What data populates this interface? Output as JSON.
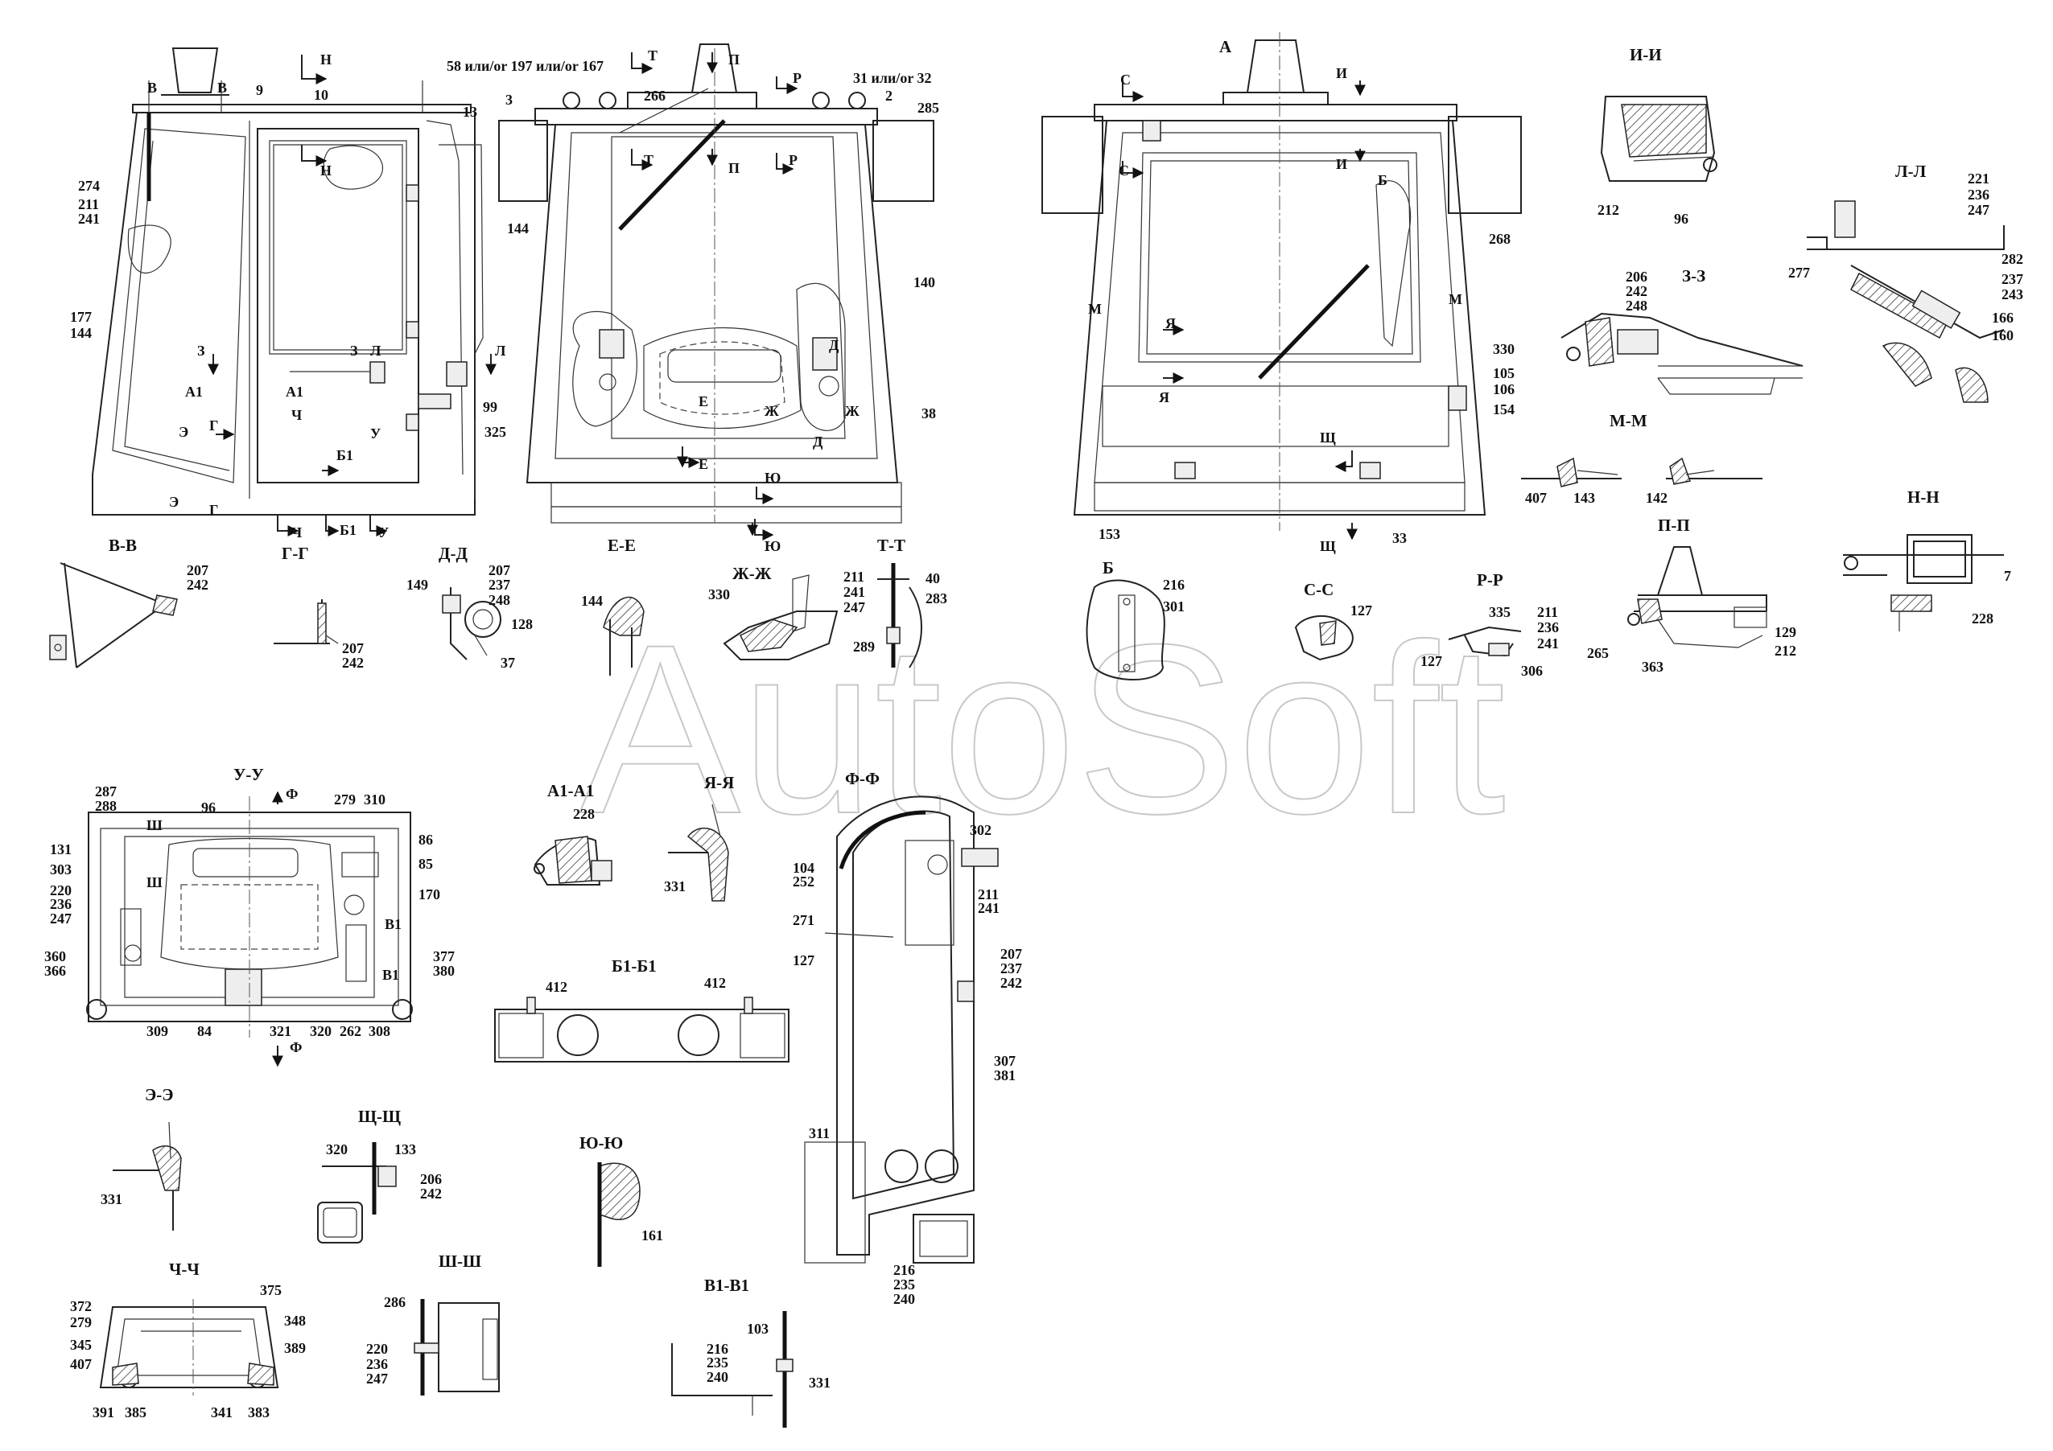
{
  "watermark": "AutoSoft",
  "view_titles": [
    "А",
    "И-И",
    "Л-Л",
    "З-З",
    "М-М",
    "Н-Н",
    "П-П",
    "В-В",
    "Г-Г",
    "Д-Д",
    "Е-Е",
    "Ж-Ж",
    "Т-Т",
    "Б",
    "С-С",
    "Р-Р",
    "У-У",
    "А1-А1",
    "Я-Я",
    "Ф-Ф",
    "Б1-Б1",
    "Э-Э",
    "Щ-Щ",
    "Ю-Ю",
    "Ч-Ч",
    "Ш-Ш",
    "В1-В1"
  ],
  "callouts": [
    {
      "id": "c1",
      "text": "58 или/or 197 или/or 167"
    },
    {
      "id": "c2",
      "text": "31 или/or 32"
    },
    {
      "id": "c3",
      "text": "9"
    },
    {
      "id": "c4",
      "text": "10"
    },
    {
      "id": "c5",
      "text": "13"
    },
    {
      "id": "c6",
      "text": "274"
    },
    {
      "id": "c7",
      "text": "211"
    },
    {
      "id": "c8",
      "text": "241"
    },
    {
      "id": "c9",
      "text": "177"
    },
    {
      "id": "c10",
      "text": "144"
    },
    {
      "id": "c11",
      "text": "99"
    },
    {
      "id": "c12",
      "text": "325"
    },
    {
      "id": "c13",
      "text": "3"
    },
    {
      "id": "c14",
      "text": "266"
    },
    {
      "id": "c15",
      "text": "2"
    },
    {
      "id": "c16",
      "text": "285"
    },
    {
      "id": "c17",
      "text": "144"
    },
    {
      "id": "c18",
      "text": "140"
    },
    {
      "id": "c19",
      "text": "38"
    },
    {
      "id": "c20",
      "text": "268"
    },
    {
      "id": "c21",
      "text": "330"
    },
    {
      "id": "c22",
      "text": "105"
    },
    {
      "id": "c23",
      "text": "106"
    },
    {
      "id": "c24",
      "text": "154"
    },
    {
      "id": "c25",
      "text": "153"
    },
    {
      "id": "c26",
      "text": "33"
    },
    {
      "id": "c27",
      "text": "212"
    },
    {
      "id": "c28",
      "text": "96"
    },
    {
      "id": "c29",
      "text": "206"
    },
    {
      "id": "c30",
      "text": "242"
    },
    {
      "id": "c31",
      "text": "248"
    },
    {
      "id": "c32",
      "text": "221"
    },
    {
      "id": "c33",
      "text": "236"
    },
    {
      "id": "c34",
      "text": "247"
    },
    {
      "id": "c35",
      "text": "277"
    },
    {
      "id": "c36",
      "text": "282"
    },
    {
      "id": "c37",
      "text": "237"
    },
    {
      "id": "c38",
      "text": "243"
    },
    {
      "id": "c39",
      "text": "166"
    },
    {
      "id": "c40",
      "text": "160"
    },
    {
      "id": "c41",
      "text": "407"
    },
    {
      "id": "c42",
      "text": "143"
    },
    {
      "id": "c43",
      "text": "142"
    },
    {
      "id": "c44",
      "text": "7"
    },
    {
      "id": "c45",
      "text": "228"
    },
    {
      "id": "c46",
      "text": "265"
    },
    {
      "id": "c47",
      "text": "363"
    },
    {
      "id": "c48",
      "text": "129"
    },
    {
      "id": "c49",
      "text": "212"
    },
    {
      "id": "c50",
      "text": "207"
    },
    {
      "id": "c51",
      "text": "242"
    },
    {
      "id": "c52",
      "text": "207"
    },
    {
      "id": "c53",
      "text": "242"
    },
    {
      "id": "c54",
      "text": "149"
    },
    {
      "id": "c55",
      "text": "207"
    },
    {
      "id": "c56",
      "text": "237"
    },
    {
      "id": "c57",
      "text": "248"
    },
    {
      "id": "c58",
      "text": "128"
    },
    {
      "id": "c59",
      "text": "37"
    },
    {
      "id": "c60",
      "text": "144"
    },
    {
      "id": "c61",
      "text": "330"
    },
    {
      "id": "c62",
      "text": "211"
    },
    {
      "id": "c63",
      "text": "241"
    },
    {
      "id": "c64",
      "text": "247"
    },
    {
      "id": "c65",
      "text": "40"
    },
    {
      "id": "c66",
      "text": "283"
    },
    {
      "id": "c67",
      "text": "289"
    },
    {
      "id": "c68",
      "text": "216"
    },
    {
      "id": "c69",
      "text": "301"
    },
    {
      "id": "c70",
      "text": "127"
    },
    {
      "id": "c71",
      "text": "335"
    },
    {
      "id": "c72",
      "text": "211"
    },
    {
      "id": "c73",
      "text": "236"
    },
    {
      "id": "c74",
      "text": "241"
    },
    {
      "id": "c75",
      "text": "127"
    },
    {
      "id": "c76",
      "text": "306"
    },
    {
      "id": "c77",
      "text": "287"
    },
    {
      "id": "c78",
      "text": "288"
    },
    {
      "id": "c79",
      "text": "96"
    },
    {
      "id": "c80",
      "text": "279"
    },
    {
      "id": "c81",
      "text": "310"
    },
    {
      "id": "c82",
      "text": "86"
    },
    {
      "id": "c83",
      "text": "85"
    },
    {
      "id": "c84",
      "text": "131"
    },
    {
      "id": "c85",
      "text": "303"
    },
    {
      "id": "c86",
      "text": "220"
    },
    {
      "id": "c87",
      "text": "236"
    },
    {
      "id": "c88",
      "text": "247"
    },
    {
      "id": "c89",
      "text": "170"
    },
    {
      "id": "c90",
      "text": "360"
    },
    {
      "id": "c91",
      "text": "366"
    },
    {
      "id": "c92",
      "text": "377"
    },
    {
      "id": "c93",
      "text": "380"
    },
    {
      "id": "c94",
      "text": "309"
    },
    {
      "id": "c95",
      "text": "84"
    },
    {
      "id": "c96",
      "text": "321"
    },
    {
      "id": "c97",
      "text": "320"
    },
    {
      "id": "c98",
      "text": "262"
    },
    {
      "id": "c99",
      "text": "308"
    },
    {
      "id": "c100",
      "text": "228"
    },
    {
      "id": "c101",
      "text": "331"
    },
    {
      "id": "c102",
      "text": "412"
    },
    {
      "id": "c103",
      "text": "412"
    },
    {
      "id": "c104",
      "text": "302"
    },
    {
      "id": "c105",
      "text": "104"
    },
    {
      "id": "c106",
      "text": "252"
    },
    {
      "id": "c107",
      "text": "211"
    },
    {
      "id": "c108",
      "text": "241"
    },
    {
      "id": "c109",
      "text": "271"
    },
    {
      "id": "c110",
      "text": "127"
    },
    {
      "id": "c111",
      "text": "207"
    },
    {
      "id": "c112",
      "text": "237"
    },
    {
      "id": "c113",
      "text": "242"
    },
    {
      "id": "c114",
      "text": "307"
    },
    {
      "id": "c115",
      "text": "381"
    },
    {
      "id": "c116",
      "text": "311"
    },
    {
      "id": "c117",
      "text": "216"
    },
    {
      "id": "c118",
      "text": "235"
    },
    {
      "id": "c119",
      "text": "240"
    },
    {
      "id": "c120",
      "text": "331"
    },
    {
      "id": "c121",
      "text": "320"
    },
    {
      "id": "c122",
      "text": "133"
    },
    {
      "id": "c123",
      "text": "206"
    },
    {
      "id": "c124",
      "text": "242"
    },
    {
      "id": "c125",
      "text": "161"
    },
    {
      "id": "c126",
      "text": "372"
    },
    {
      "id": "c127",
      "text": "279"
    },
    {
      "id": "c128",
      "text": "345"
    },
    {
      "id": "c129",
      "text": "407"
    },
    {
      "id": "c130",
      "text": "375"
    },
    {
      "id": "c131",
      "text": "348"
    },
    {
      "id": "c132",
      "text": "389"
    },
    {
      "id": "c133",
      "text": "391"
    },
    {
      "id": "c134",
      "text": "385"
    },
    {
      "id": "c135",
      "text": "341"
    },
    {
      "id": "c136",
      "text": "383"
    },
    {
      "id": "c137",
      "text": "286"
    },
    {
      "id": "c138",
      "text": "220"
    },
    {
      "id": "c139",
      "text": "236"
    },
    {
      "id": "c140",
      "text": "247"
    },
    {
      "id": "c141",
      "text": "103"
    },
    {
      "id": "c142",
      "text": "216"
    },
    {
      "id": "c143",
      "text": "235"
    },
    {
      "id": "c144",
      "text": "240"
    },
    {
      "id": "c145",
      "text": "331"
    }
  ],
  "section_marks": [
    {
      "id": "m1",
      "text": "В"
    },
    {
      "id": "m2",
      "text": "В"
    },
    {
      "id": "m3",
      "text": "Н"
    },
    {
      "id": "m4",
      "text": "Н"
    },
    {
      "id": "m5",
      "text": "З"
    },
    {
      "id": "m6",
      "text": "З"
    },
    {
      "id": "m7",
      "text": "Л"
    },
    {
      "id": "m8",
      "text": "Л"
    },
    {
      "id": "m9",
      "text": "А1"
    },
    {
      "id": "m10",
      "text": "А1"
    },
    {
      "id": "m11",
      "text": "Э"
    },
    {
      "id": "m12",
      "text": "Г"
    },
    {
      "id": "m13",
      "text": "Э"
    },
    {
      "id": "m14",
      "text": "Г"
    },
    {
      "id": "m15",
      "text": "Ч"
    },
    {
      "id": "m16",
      "text": "Ч"
    },
    {
      "id": "m17",
      "text": "Б1"
    },
    {
      "id": "m18",
      "text": "Б1"
    },
    {
      "id": "m19",
      "text": "У"
    },
    {
      "id": "m20",
      "text": "У"
    },
    {
      "id": "m21",
      "text": "Т"
    },
    {
      "id": "m22",
      "text": "Т"
    },
    {
      "id": "m23",
      "text": "П"
    },
    {
      "id": "m24",
      "text": "П"
    },
    {
      "id": "m25",
      "text": "Р"
    },
    {
      "id": "m26",
      "text": "Р"
    },
    {
      "id": "m27",
      "text": "Д"
    },
    {
      "id": "m28",
      "text": "Д"
    },
    {
      "id": "m29",
      "text": "Е"
    },
    {
      "id": "m30",
      "text": "Е"
    },
    {
      "id": "m31",
      "text": "Ж"
    },
    {
      "id": "m32",
      "text": "Ж"
    },
    {
      "id": "m33",
      "text": "Ю"
    },
    {
      "id": "m34",
      "text": "Ю"
    },
    {
      "id": "m35",
      "text": "С"
    },
    {
      "id": "m36",
      "text": "С"
    },
    {
      "id": "m37",
      "text": "И"
    },
    {
      "id": "m38",
      "text": "И"
    },
    {
      "id": "m39",
      "text": "Б"
    },
    {
      "id": "m40",
      "text": "М"
    },
    {
      "id": "m41",
      "text": "М"
    },
    {
      "id": "m42",
      "text": "Я"
    },
    {
      "id": "m43",
      "text": "Я"
    },
    {
      "id": "m44",
      "text": "Щ"
    },
    {
      "id": "m45",
      "text": "Щ"
    },
    {
      "id": "m46",
      "text": "Ф"
    },
    {
      "id": "m47",
      "text": "Ф"
    },
    {
      "id": "m48",
      "text": "Ш"
    },
    {
      "id": "m49",
      "text": "Ш"
    },
    {
      "id": "m50",
      "text": "В1"
    },
    {
      "id": "m51",
      "text": "В1"
    }
  ]
}
